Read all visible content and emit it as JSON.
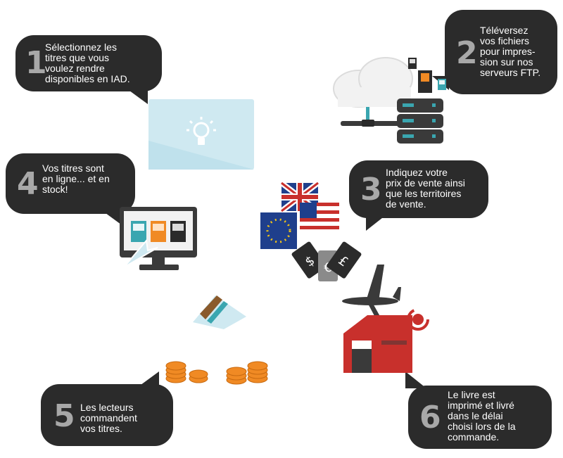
{
  "steps": [
    {
      "number": "1",
      "text": "Sélectionnez les\ntitres que vous\nvoulez rendre\ndisponibles en IAD."
    },
    {
      "number": "2",
      "text": "Téléversez\nvos fichiers\npour impres-\nsion sur nos\nserveurs FTP."
    },
    {
      "number": "3",
      "text": "Indiquez votre\nprix de vente ainsi\nque les territoires\nde vente."
    },
    {
      "number": "4",
      "text": "Vos titres sont\nen ligne... et en\nstock!"
    },
    {
      "number": "5",
      "text": "Les lecteurs\ncommandent\nvos titres."
    },
    {
      "number": "6",
      "text": "Le livre est\nimprimé et livré\ndans le délai\nchoisi lors de la\ncommande."
    }
  ],
  "price_tags": {
    "dollar": "$",
    "euro": "€",
    "pound": "£"
  },
  "colors": {
    "bubble": "#2b2b2b",
    "number": "#a8a8a8",
    "accent_orange": "#f08a24",
    "accent_red": "#c8302c",
    "accent_teal": "#3aa6b0",
    "light_blue": "#cfe9f1"
  },
  "icons": [
    "lightbulb-icon",
    "cloud-icon",
    "server-icon",
    "book-icon",
    "flag-uk-icon",
    "flag-eu-icon",
    "flag-us-icon",
    "price-tag-icon",
    "monitor-icon",
    "cursor-icon",
    "credit-card-icon",
    "coin-stack-icon",
    "airplane-icon",
    "warehouse-icon",
    "refresh-icon"
  ]
}
